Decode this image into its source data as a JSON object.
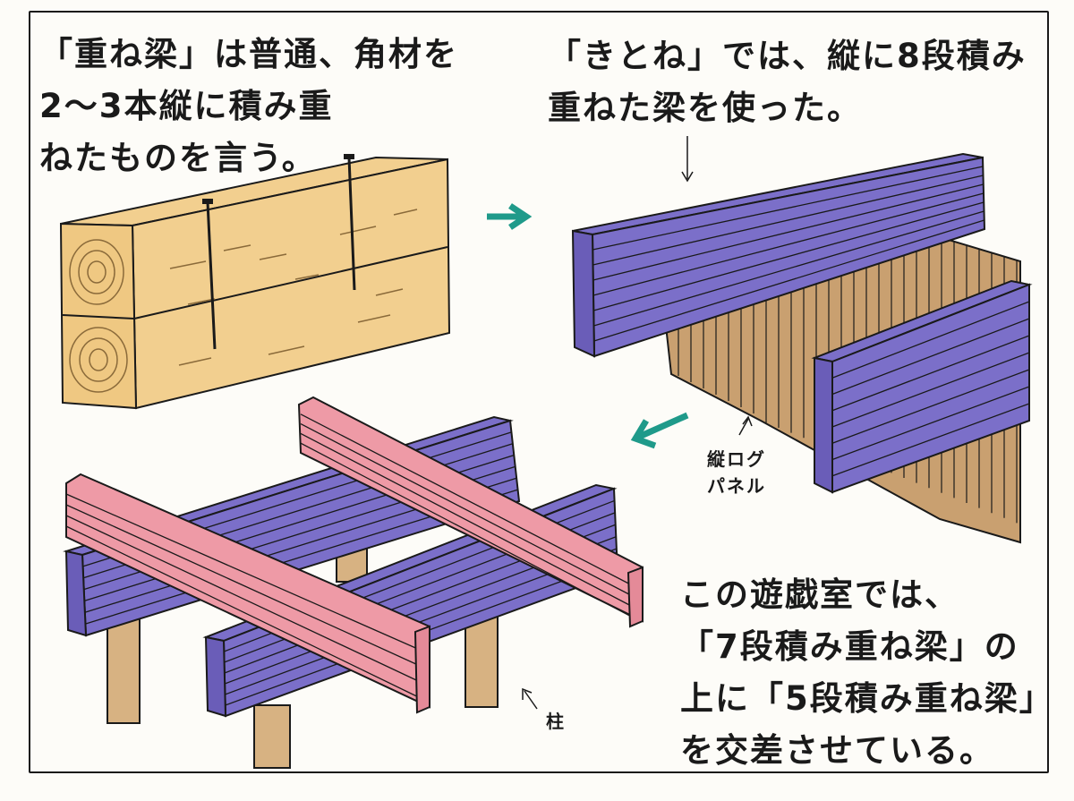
{
  "captions": {
    "top_left": [
      "「重ね梁」は普通、角材を",
      "2〜3本縦に積み重",
      "ねたものを言う。"
    ],
    "top_right": [
      "「きとね」では、縦に8段積み",
      "重ねた梁を使った。"
    ],
    "bottom_right": [
      "この遊戯室では、",
      "「7段積み重ね梁」の",
      "上に「5段積み重ね梁」",
      "を交差させている。"
    ]
  },
  "labels": {
    "panel": [
      "縦ログ",
      "パネル"
    ],
    "post": "柱"
  },
  "colors": {
    "wood": "#f2cf8f",
    "wood_dark": "#d8a95f",
    "panel": "#c9a070",
    "beam_purple": "#7b6fc9",
    "beam_pink": "#ee9aa6",
    "post": "#d7b282",
    "arrow": "#1f9a8a",
    "ink": "#1a1a1a"
  }
}
